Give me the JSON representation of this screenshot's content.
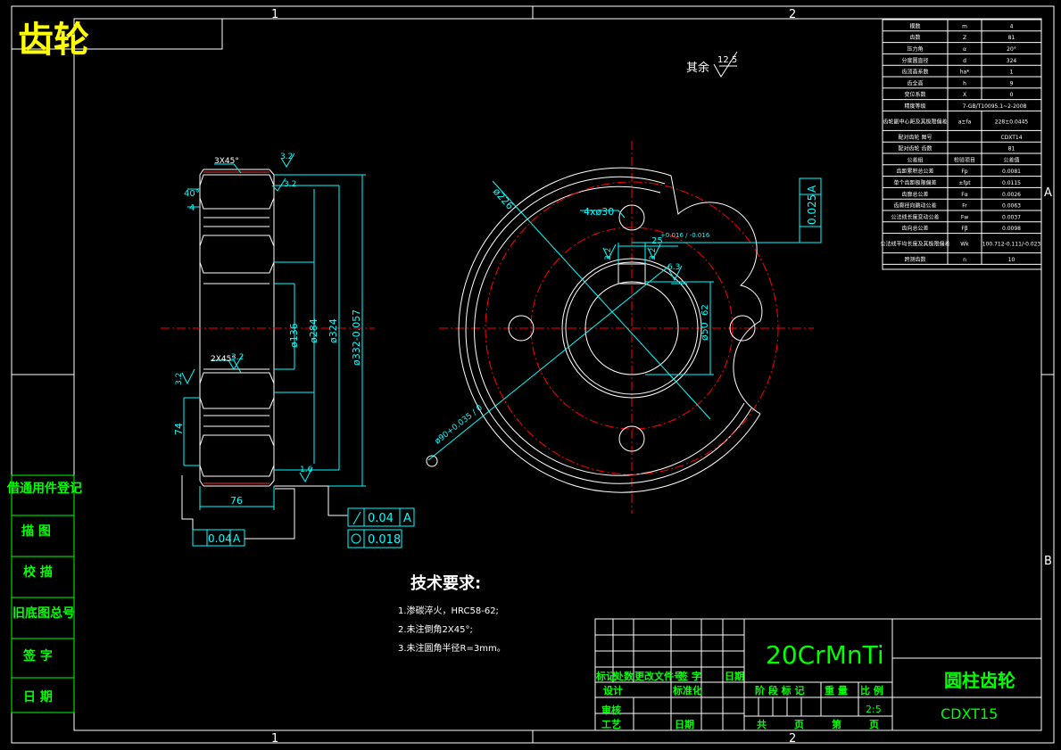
{
  "drawing": {
    "title_corner": "齿轮",
    "zone_marks": [
      "1",
      "2",
      "1",
      "2",
      "A",
      "B"
    ],
    "remaining_roughness_label": "其余",
    "remaining_roughness_value": "12.5"
  },
  "section_view": {
    "chamfer_top": "3X45°",
    "chamfer_mid": "2X45°",
    "angle": "40°",
    "dim_4": "4",
    "dim_74": "74",
    "dim_76": "76",
    "diam_136": "ø136",
    "diam_284": "ø284",
    "diam_324": "ø324",
    "diam_332": "ø332-0.057",
    "rough_a": "3.2",
    "rough_b": "3.2",
    "rough_c": "3.2",
    "rough_d": "3.2",
    "rough_e": "1.6",
    "tol_left": "0.04",
    "tol_left_datum": "A",
    "tol_right_1": "0.04",
    "tol_right_1_datum": "A",
    "tol_right_2": "0.018"
  },
  "front_view": {
    "diam_226": "ø226",
    "holes": "4xø30",
    "key_width": "25",
    "key_width_tol": "+0.016 / -0.016",
    "diam_90": "ø90+0.035 / 0",
    "diam_50": "ø50",
    "dim_62": "62",
    "rough_a": "3.2",
    "rough_b": "3.2",
    "rough_c": "6.3",
    "tol_value": "0.025",
    "tol_datum": "A"
  },
  "params_table": {
    "rows": [
      [
        "模数",
        "m",
        "4"
      ],
      [
        "齿数",
        "Z",
        "81"
      ],
      [
        "压力角",
        "α",
        "20°"
      ],
      [
        "分度圆直径",
        "d",
        "324"
      ],
      [
        "齿顶高系数",
        "ha*",
        "1"
      ],
      [
        "齿全高",
        "h",
        "9"
      ],
      [
        "变位系数",
        "X",
        "0"
      ],
      [
        "精度等级",
        "",
        "7-GB/T10095.1~2-2008"
      ],
      [
        "齿轮副中心距及其极限偏差",
        "a±fa",
        "228±0.0445"
      ],
      [
        "配对齿轮 图号",
        "",
        "CDXT14"
      ],
      [
        "配对齿轮 齿数",
        "",
        "81"
      ],
      [
        "公差组",
        "检验项目",
        "公差值"
      ],
      [
        "齿距累积总公差",
        "Fp",
        "0.0081"
      ],
      [
        "单个齿距极限偏差",
        "±fpt",
        "0.0115"
      ],
      [
        "齿廓总公差",
        "Fα",
        "0.0026"
      ],
      [
        "齿廓径向跳动公差",
        "Fr",
        "0.0063"
      ],
      [
        "公法线长度变动公差",
        "Fw",
        "0.0037"
      ],
      [
        "齿向总公差",
        "Fβ",
        "0.0098"
      ],
      [
        "公法线平均长度及其极限偏差",
        "Wk",
        "100.712-0.111/-0.023"
      ],
      [
        "跨测齿数",
        "n",
        "10"
      ]
    ]
  },
  "tech_requirements": {
    "title": "技术要求:",
    "items": [
      "1.渗碳淬火，HRC58-62;",
      "2.未注倒角2X45°;",
      "3.未注圆角半径R=3mm。"
    ]
  },
  "left_stamp": [
    "借通用件登记",
    "描 图",
    "校 描",
    "旧底图总号",
    "签 字",
    "日 期"
  ],
  "title_block": {
    "material": "20CrMnTi",
    "part_name": "圆柱齿轮",
    "drawing_no": "CDXT15",
    "scale": "2:5",
    "labels": {
      "mark": "标记",
      "count": "处数",
      "change_doc": "更改文件号",
      "signature": "签 字",
      "date": "日期",
      "design": "设计",
      "standardize": "标准化",
      "stage_mark": "阶 段 标 记",
      "weight": "重 量",
      "ratio": "比 例",
      "review": "审核",
      "process": "工艺",
      "date2": "日期",
      "total": "共",
      "page": "页",
      "sheet": "第",
      "page2": "页"
    }
  }
}
